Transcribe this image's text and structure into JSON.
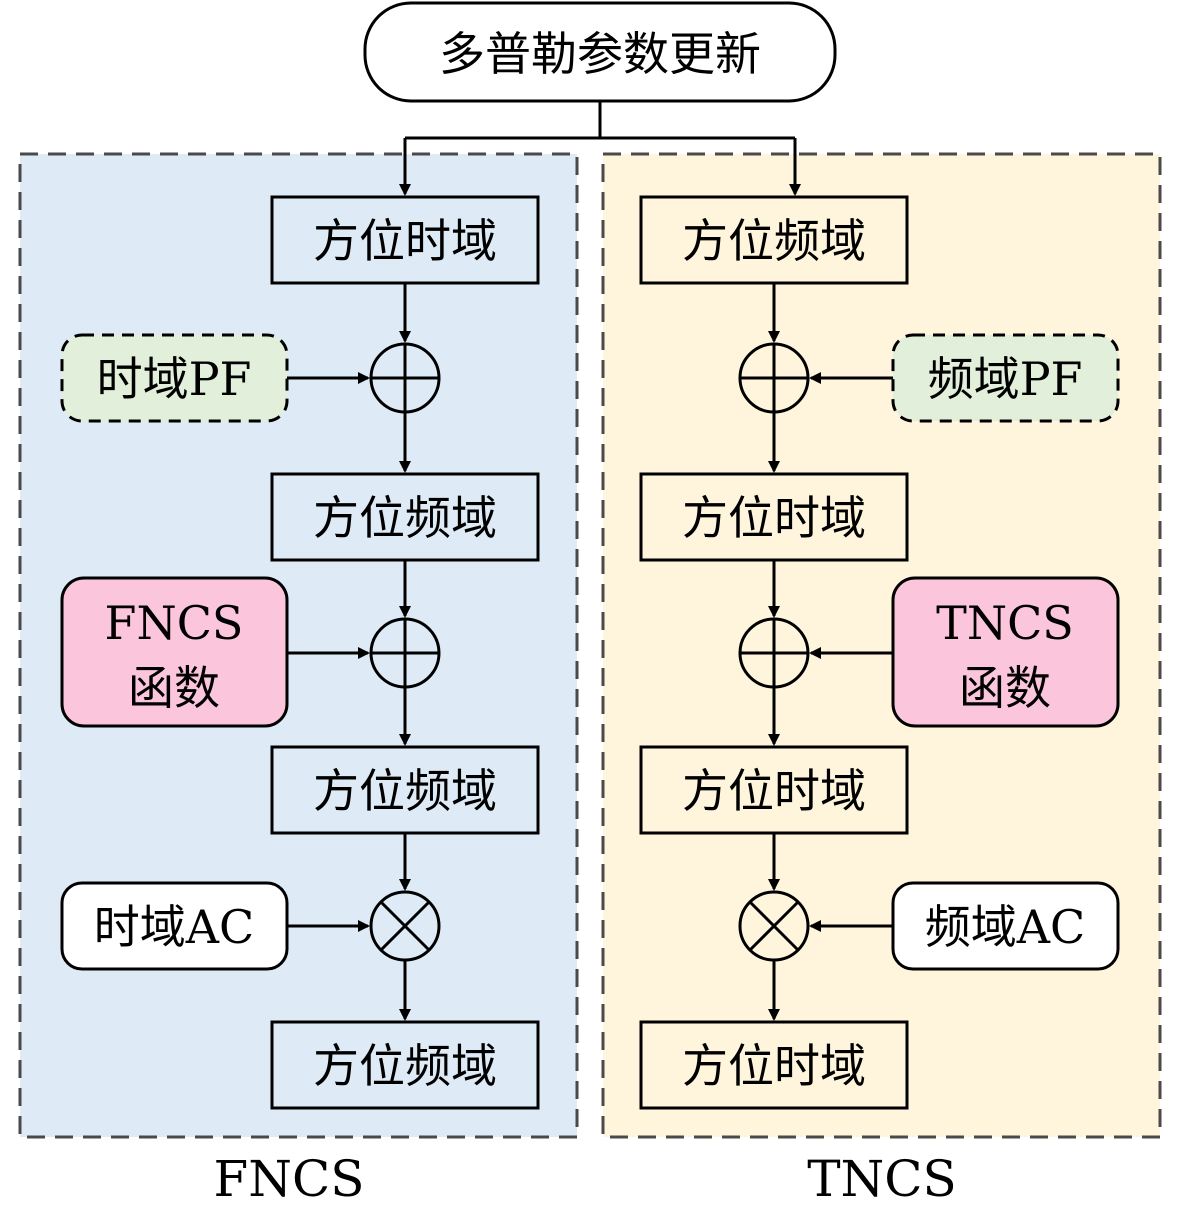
{
  "diagram": {
    "top": {
      "label": "多普勒参数更新"
    },
    "left": {
      "caption": "FNCS",
      "steps": [
        "方位时域",
        "方位频域",
        "方位频域",
        "方位频域"
      ],
      "inputs": [
        {
          "label": "时域PF",
          "op": "plus"
        },
        {
          "line1": "FNCS",
          "line2": "函数",
          "op": "plus"
        },
        {
          "label": "时域AC",
          "op": "times"
        }
      ]
    },
    "right": {
      "caption": "TNCS",
      "steps": [
        "方位频域",
        "方位时域",
        "方位时域",
        "方位时域"
      ],
      "inputs": [
        {
          "label": "频域PF",
          "op": "plus"
        },
        {
          "line1": "TNCS",
          "line2": "函数",
          "op": "plus"
        },
        {
          "label": "频域AC",
          "op": "times"
        }
      ]
    },
    "colors": {
      "left_panel": "#deebf7",
      "right_panel": "#fff5dc",
      "pf_fill": "#e2efdb",
      "ncs_fill": "#fbc6dc",
      "ac_fill": "#ffffff",
      "box_fill_left": "#deebf7",
      "box_fill_right": "#fff5dc",
      "stroke": "#000000",
      "dash": "#4a4a4a"
    }
  }
}
